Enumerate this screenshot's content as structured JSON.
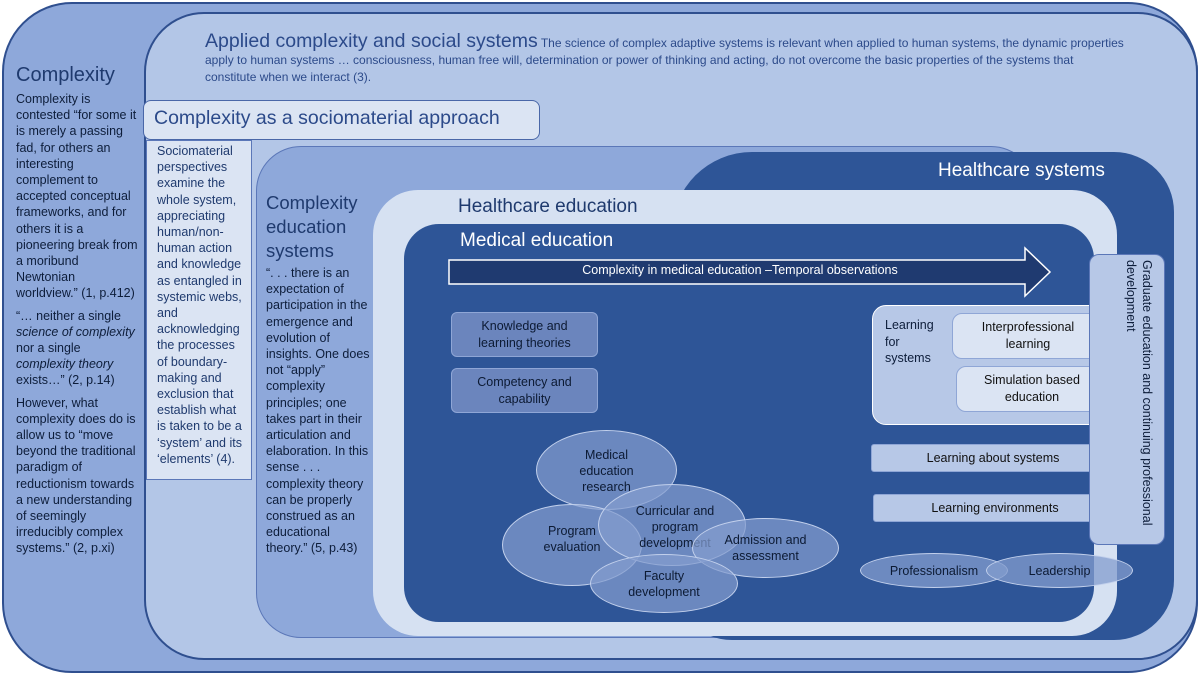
{
  "complexity": {
    "title": "Complexity",
    "para1": "Complexity is contested “for some it is merely a passing fad, for others an interesting complement to accepted conceptual frameworks, and for others it is a pioneering break from a moribund Newtonian worldview.” (1, p.412)",
    "para2_a": "“… neither a single ",
    "para2_em1": "science of complexity",
    "para2_b": " nor a single ",
    "para2_em2": "complexity theory",
    "para2_c": " exists…” (2, p.14)",
    "para3": "However, what complexity does do is allow us to “move beyond the traditional paradigm of reductionism towards a new understanding of seemingly irreducibly complex systems.” (2, p.xi)"
  },
  "applied": {
    "title": "Applied complexity and social systems",
    "text": " The science of complex adaptive systems is relevant when applied to human systems, the dynamic properties apply to human systems … consciousness, human free will, determination or power of thinking and acting, do not overcome the basic properties of the systems that constitute when we interact (3)."
  },
  "sociomaterial": {
    "title": "Complexity as a sociomaterial approach",
    "text": "Sociomaterial perspectives examine the whole system, appreciating human/non-human action and knowledge as entangled in systemic webs, and acknowledging the processes of boundary-making and exclusion that establish what is taken to be a ‘system’ and its ‘elements’ (4)."
  },
  "ces": {
    "title": "Complexity education systems",
    "text": "“. . . there is an expectation of participation in the emergence and evolution of insights. One does not “apply” complexity principles; one takes part in their articulation and elaboration. In this sense . . . complexity theory can be properly construed as an educational theory.” (5, p.43)"
  },
  "healthcare_systems": "Healthcare systems",
  "healthcare_education": "Healthcare education",
  "medical_education": "Medical education",
  "arrow_label": "Complexity in medical education –Temporal observations",
  "left_boxes": [
    "Knowledge and learning theories",
    "Competency and capability"
  ],
  "ellipses": {
    "research": "Medical education research",
    "program": "Program evaluation",
    "curricular": "Curricular and program development",
    "admission": "Admission and assessment",
    "faculty": "Faculty development"
  },
  "learning_for_systems": {
    "label": "Learning for systems",
    "items": [
      "Interprofessional learning",
      "Simulation based education"
    ]
  },
  "learning_about_systems": "Learning about systems",
  "learning_environments": "Learning environments",
  "professionalism": "Professionalism",
  "leadership": "Leadership",
  "graduate": "Graduate education and continuing professional development",
  "colors": {
    "dark_blue": "#2e5597",
    "mid_blue": "#8ea8da",
    "light_blue": "#b3c6e7",
    "pale_blue": "#d6e1f2"
  }
}
